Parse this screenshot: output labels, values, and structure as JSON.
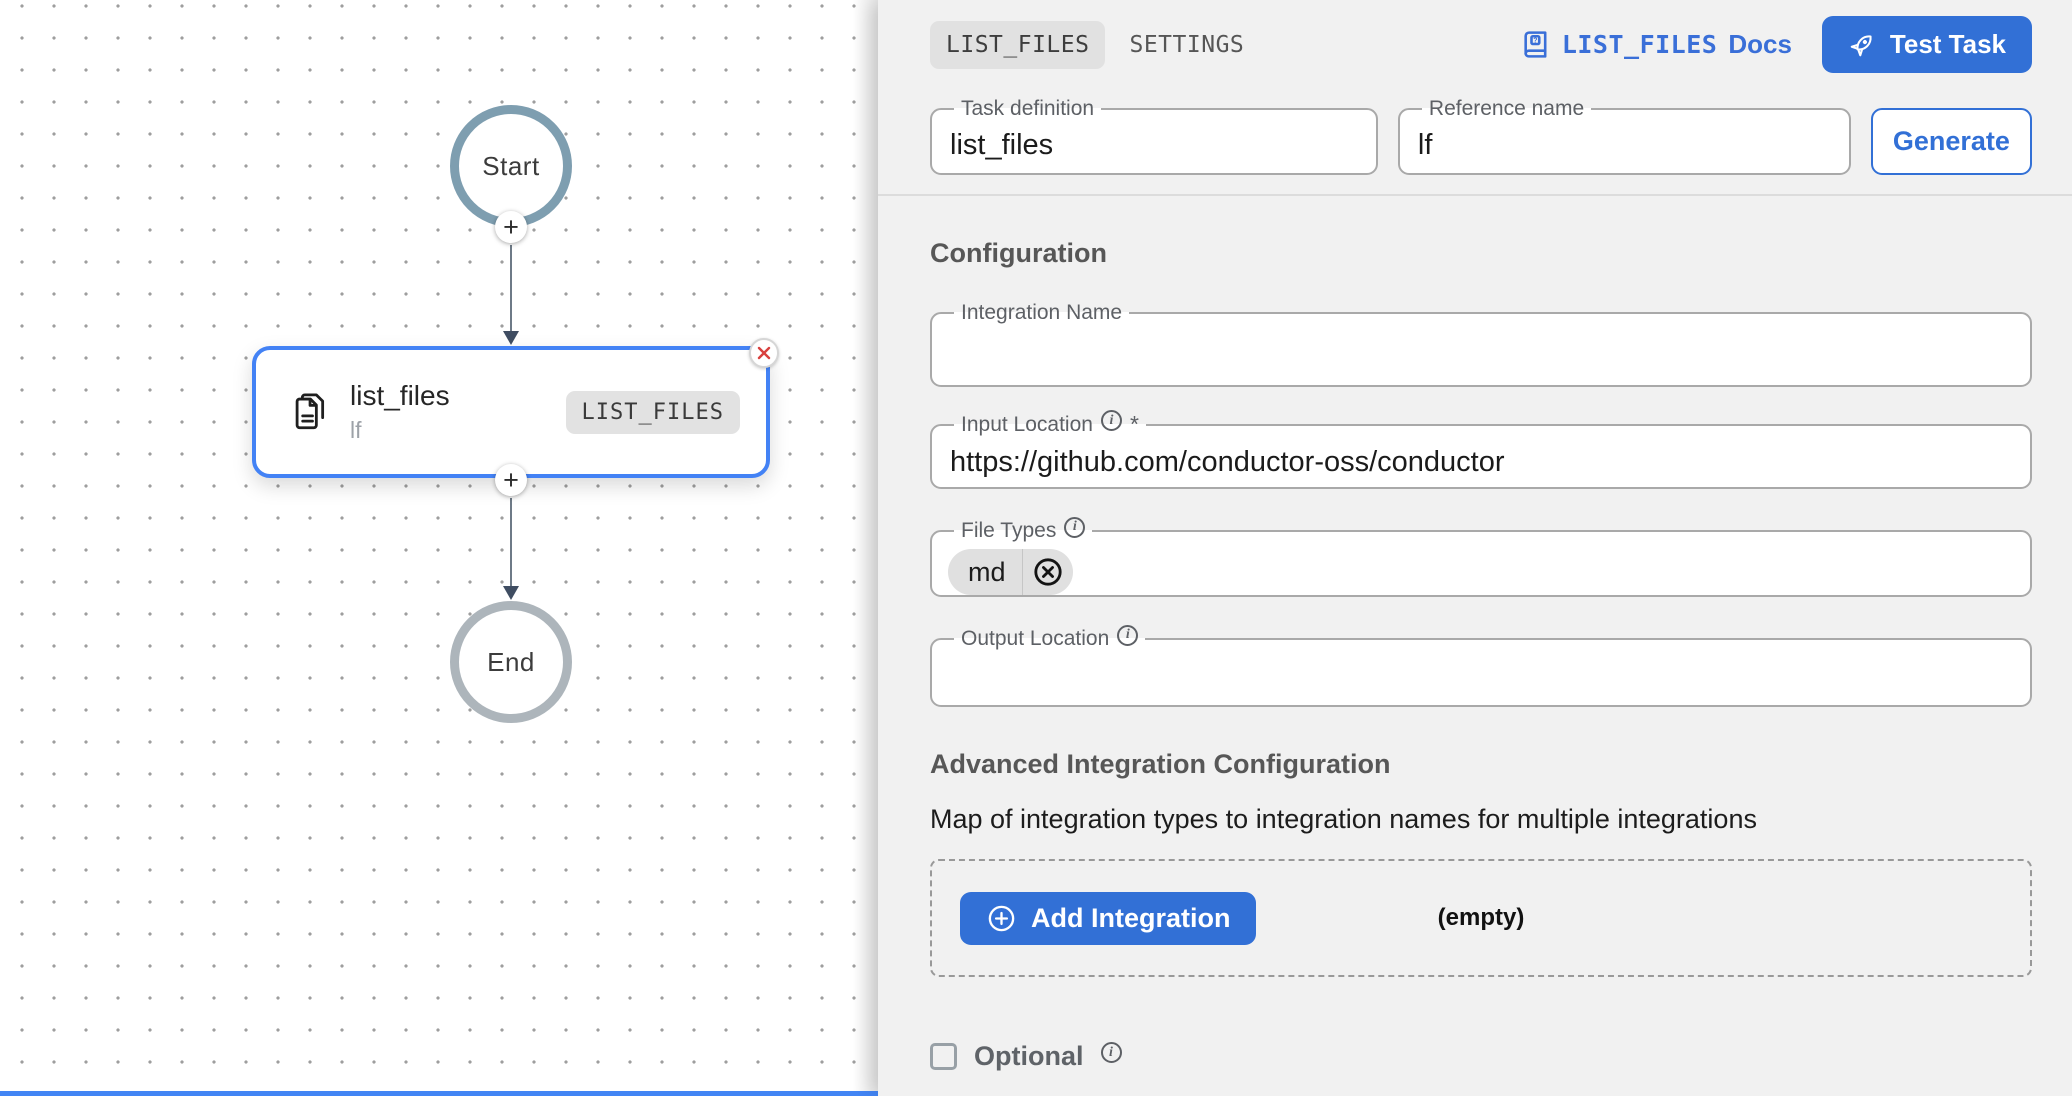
{
  "canvas": {
    "start_label": "Start",
    "end_label": "End",
    "task_node": {
      "name": "list_files",
      "reference": "lf",
      "type_badge": "LIST_FILES"
    }
  },
  "panel": {
    "header": {
      "tabs": [
        {
          "label": "LIST_FILES",
          "active": true
        },
        {
          "label": "SETTINGS",
          "active": false
        }
      ],
      "docs_link": {
        "task_name": "LIST_FILES",
        "suffix": "Docs"
      },
      "test_task_label": "Test Task"
    },
    "definition": {
      "task_definition": {
        "label": "Task definition",
        "value": "list_files"
      },
      "reference_name": {
        "label": "Reference name",
        "value": "lf"
      },
      "generate_label": "Generate"
    },
    "config": {
      "heading": "Configuration",
      "integration_name": {
        "label": "Integration Name",
        "value": ""
      },
      "input_location": {
        "label": "Input Location",
        "required": "*",
        "value": "https://github.com/conductor-oss/conductor"
      },
      "file_types": {
        "label": "File Types",
        "chips": [
          "md"
        ]
      },
      "output_location": {
        "label": "Output Location",
        "value": ""
      }
    },
    "advanced": {
      "heading": "Advanced Integration Configuration",
      "description": "Map of integration types to integration names for multiple integrations",
      "add_integration_label": "Add Integration",
      "empty_text": "(empty)"
    },
    "optional": {
      "label": "Optional"
    }
  },
  "icons": {
    "plus": "+",
    "info": "i"
  },
  "colors": {
    "accent_blue": "#3270d6",
    "task_node_border_blue": "#4382f5",
    "start_node_border": "#7e9eb0",
    "end_node_border": "#adb5bb",
    "delete_red": "#d8403e",
    "panel_background": "#f1f1f1",
    "chip_background": "#e0e0e0",
    "canvas_bottom_bar": "#4285f4"
  }
}
